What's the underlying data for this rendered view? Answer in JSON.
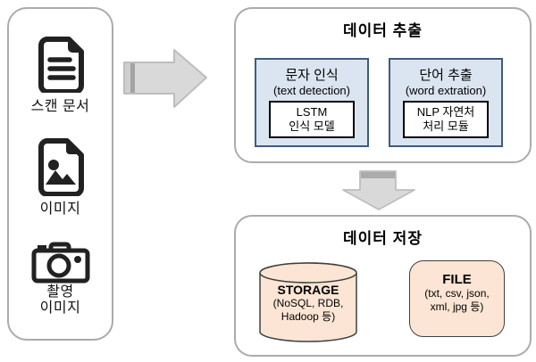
{
  "sources_panel": {
    "items": [
      {
        "icon": "document-icon",
        "label": "스캔 문서"
      },
      {
        "icon": "image-icon",
        "label": "이미지"
      },
      {
        "icon": "camera-icon",
        "label_line1": "촬영",
        "label_line2": "이미지"
      }
    ]
  },
  "extraction_panel": {
    "title": "데이터 추출",
    "modules": [
      {
        "title": "문자 인식",
        "subtitle": "(text detection)",
        "inner_line1": "LSTM",
        "inner_line2": "인식 모델"
      },
      {
        "title": "단어 추출",
        "subtitle": "(word extration)",
        "inner_line1": "NLP 자연처",
        "inner_line2": "처리 모듈"
      }
    ]
  },
  "storage_panel": {
    "title": "데이터 저장",
    "storage_db": {
      "title": "STORAGE",
      "line1": "(NoSQL, RDB,",
      "line2": "Hadoop 등)"
    },
    "storage_file": {
      "title": "FILE",
      "line1": "(txt, csv, json,",
      "line2": "xml, jpg 등)"
    }
  },
  "colors": {
    "panel_border": "#ababab",
    "module_fill": "#dbe5f1",
    "module_border": "#3e5c80",
    "storage_fill": "#fce5d4",
    "storage_border": "#404040",
    "arrow_fill": "#d9d9d9",
    "arrow_border": "#bdbdbd",
    "icon_color": "#212121"
  }
}
